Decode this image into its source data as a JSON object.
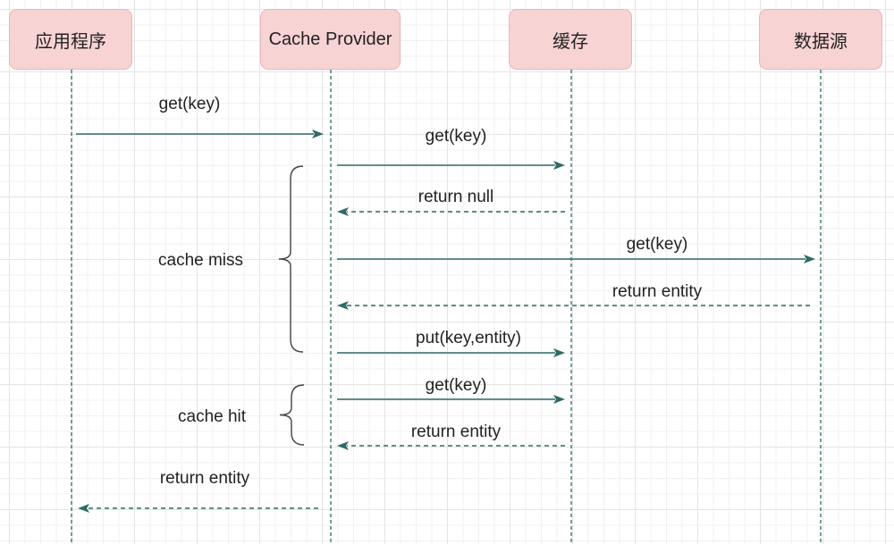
{
  "participants": [
    {
      "id": "app",
      "label": "应用程序"
    },
    {
      "id": "provider",
      "label": "Cache Provider"
    },
    {
      "id": "cache",
      "label": "缓存"
    },
    {
      "id": "source",
      "label": "数据源"
    }
  ],
  "messages": [
    {
      "label": "get(key)",
      "from": "app",
      "to": "provider",
      "style": "solid"
    },
    {
      "label": "get(key)",
      "from": "provider",
      "to": "cache",
      "style": "solid"
    },
    {
      "label": "return null",
      "from": "cache",
      "to": "provider",
      "style": "dashed"
    },
    {
      "label": "get(key)",
      "from": "provider",
      "to": "source",
      "style": "solid"
    },
    {
      "label": "return entity",
      "from": "source",
      "to": "provider",
      "style": "dashed"
    },
    {
      "label": "put(key,entity)",
      "from": "provider",
      "to": "cache",
      "style": "solid"
    },
    {
      "label": "get(key)",
      "from": "provider",
      "to": "cache",
      "style": "solid"
    },
    {
      "label": "return entity",
      "from": "cache",
      "to": "provider",
      "style": "dashed"
    },
    {
      "label": "return entity",
      "from": "provider",
      "to": "app",
      "style": "dashed"
    }
  ],
  "groups": [
    {
      "label": "cache miss",
      "first_message": 1,
      "last_message": 5
    },
    {
      "label": "cache hit",
      "first_message": 6,
      "last_message": 7
    }
  ],
  "colors": {
    "arrow": "#2f6b66",
    "participant_fill": "#f8d3d3",
    "participant_border": "#e8b7b7",
    "brace": "#444444"
  }
}
